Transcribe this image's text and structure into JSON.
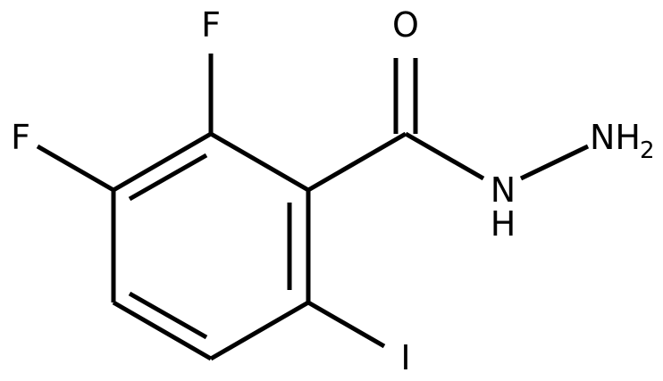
{
  "molecule": {
    "atoms": {
      "f_top": "F",
      "f_left": "F",
      "oxygen": "O",
      "nh": "N",
      "nh_h": "H",
      "nh2_n": "NH",
      "nh2_sub": "2",
      "iodine": "I"
    }
  }
}
